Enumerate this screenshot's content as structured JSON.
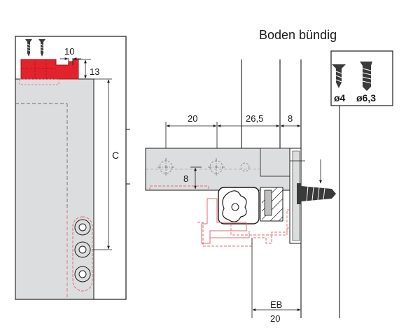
{
  "title": "Boden bündig",
  "dims": {
    "d10": "10",
    "d13": "13",
    "dC": "C",
    "d20": "20",
    "d26_5": "26,5",
    "d8_top": "8",
    "d8_side": "8",
    "dEB": "EB",
    "dEB20": "20"
  },
  "screws": {
    "screw1_label": "ø4",
    "screw2_label": "ø6,3"
  },
  "colors": {
    "clip_red": "#e3232b",
    "part_grey": "#d9dadb",
    "outline_red": "#e06a72",
    "line": "#1a1a1a"
  }
}
